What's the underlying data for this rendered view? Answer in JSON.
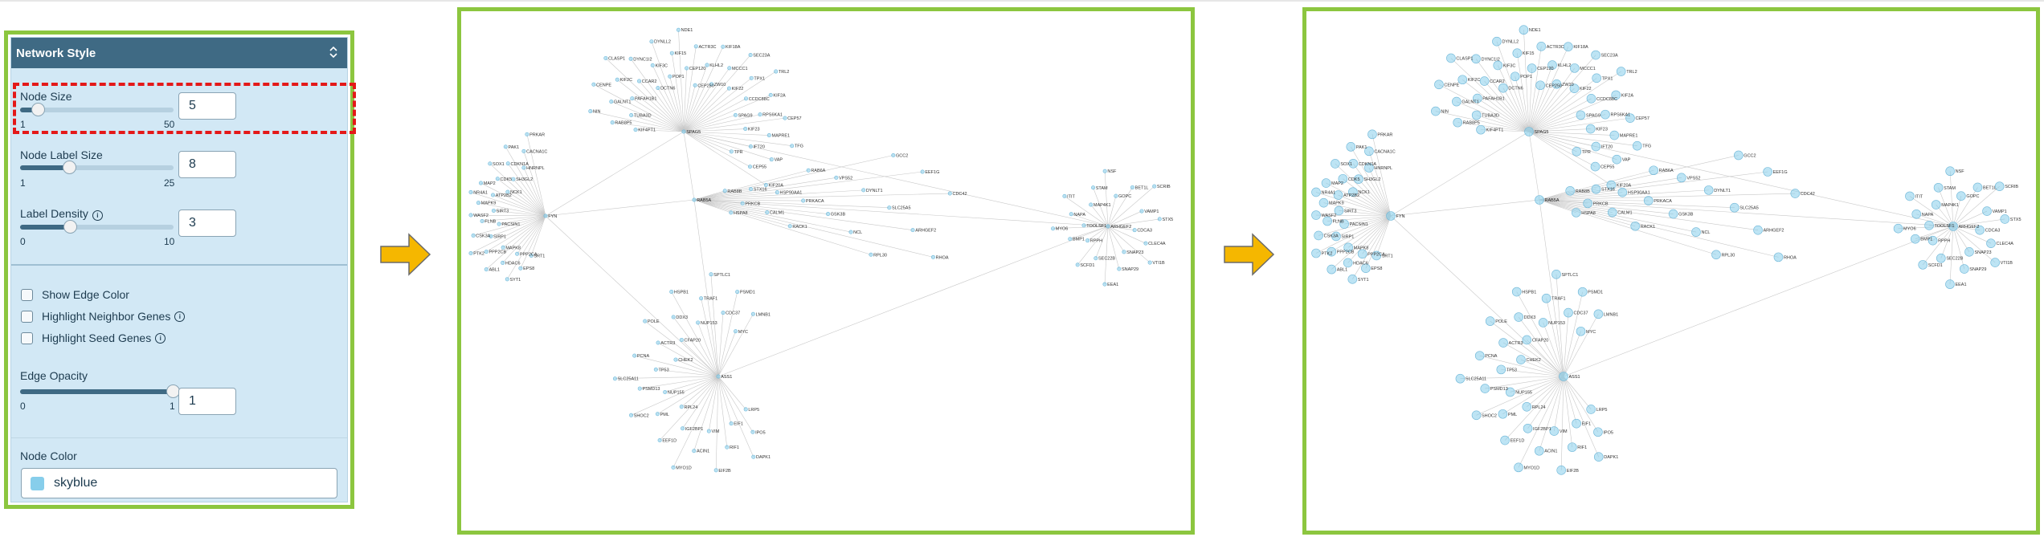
{
  "panel": {
    "title": "Network Style",
    "node_size": {
      "label": "Node Size",
      "min": "1",
      "max": "50",
      "value": "5",
      "fraction": 0.082
    },
    "node_label_size": {
      "label": "Node Label Size",
      "min": "1",
      "max": "25",
      "value": "8",
      "fraction": 0.29
    },
    "label_density": {
      "label": "Label Density",
      "min": "0",
      "max": "10",
      "value": "3",
      "fraction": 0.3
    },
    "checkboxes": [
      {
        "label": "Show Edge Color",
        "checked": false
      },
      {
        "label": "Highlight Neighbor Genes",
        "checked": false
      },
      {
        "label": "Highlight Seed Genes",
        "checked": false
      }
    ],
    "edge_opacity": {
      "label": "Edge Opacity",
      "min": "0",
      "max": "1",
      "value": "1",
      "fraction": 1.0
    },
    "node_color": {
      "label": "Node Color",
      "value": "skyblue",
      "swatch": "#87ceeb"
    }
  },
  "colors": {
    "frame_border": "#8cc63f",
    "highlight_border": "#e41818",
    "arrow": "#f5b700",
    "node_fill": "#87ceeb",
    "edge": "#c8c8c8"
  },
  "icons": [
    "chevron-updown-icon",
    "info-icon",
    "arrow-right-icon"
  ],
  "network": {
    "hubs": [
      {
        "id": "SPAG5",
        "genes": [
          "KIF4PT1",
          "RAB8P5",
          "NIN",
          "TUBA3D",
          "GALNT1",
          "CENPE",
          "PAFAH1B1",
          "KIF2C",
          "CLASP1",
          "CCAR2",
          "DYNC1I2",
          "DCTN6",
          "KIF3C",
          "DYNLL2",
          "POP1",
          "KIF15",
          "NDE1",
          "CEP120",
          "ACTR3C",
          "CEP250",
          "KLHL2",
          "KIF18A",
          "ZW10",
          "MCCC1",
          "SEC23A",
          "KIF22",
          "TPX1",
          "TRL2",
          "CCDC88C",
          "KIF2A",
          "SPAG9",
          "RPS6KA1",
          "CEP57",
          "KIF23",
          "MAPRE1",
          "TFG",
          "IFT20",
          "VAP",
          "TPR",
          "CEP55",
          "KIF20A"
        ]
      },
      {
        "id": "FYN",
        "genes": [
          "SRT1",
          "EPS8",
          "SYT1",
          "PPP2CA",
          "HDAC6",
          "ABL1",
          "MAPK8",
          "PPP2CB",
          "PTK2",
          "SIRP1",
          "CSK3A",
          "PACSIN1",
          "FLNB",
          "WASF2",
          "SIRT3",
          "MAPK9",
          "NR4A1",
          "ATP2B2",
          "MAP2",
          "NCK1",
          "CDK5",
          "SOX1",
          "SH3GL2",
          "CDKN1A",
          "PAK1",
          "HNRNPL",
          "CACNA1C",
          "PRKAR"
        ]
      },
      {
        "id": "RAB5A",
        "genes": [
          "RAB8B",
          "RAB6A",
          "GCC2",
          "STX16",
          "VPS52",
          "EEF1G",
          "HSP90AA1",
          "DYNLT1",
          "CDC42",
          "PRKACA",
          "SLC25A5",
          "PRKCB",
          "GSK3B",
          "ARHGEF2",
          "CALM1",
          "NCL",
          "RHOA",
          "RACK1",
          "RPL30",
          "HSPA8"
        ]
      },
      {
        "id": "ASS1",
        "genes": [
          "LRP5",
          "IPO5",
          "DAPK1",
          "EIF1",
          "RIF1",
          "EIF2B",
          "VIM",
          "ACIN1",
          "MYO1D",
          "IGF2BP1",
          "EEF1D",
          "RPL24",
          "PML",
          "SHOC2",
          "NUP155",
          "PSMD13",
          "SLC25A11",
          "TP53",
          "PCNA",
          "CHEK2",
          "ACTR3",
          "POLE",
          "CFAP20",
          "DDX3",
          "HSPB1",
          "NUP153",
          "TRAF1",
          "SPTLC1",
          "CDC37",
          "PSMD1",
          "MYC",
          "LMNB1"
        ]
      },
      {
        "id": "ARHGEF2",
        "genes": [
          "TOOLSF1",
          "NAPA",
          "ITIT",
          "MAP4K1",
          "STAM",
          "NSF",
          "GOPC",
          "BET1L",
          "SCRIB",
          "VAMP1",
          "STX5",
          "CDCA3",
          "CLEC4A",
          "VTI1B",
          "SNAP23",
          "SNAP29",
          "EEA1",
          "SEC22B",
          "SCFD1",
          "RPPH",
          "BMP1",
          "MYO6"
        ]
      }
    ]
  }
}
